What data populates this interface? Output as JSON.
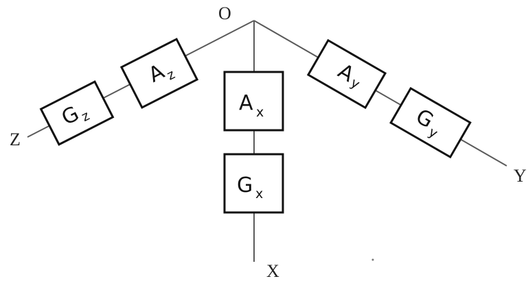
{
  "axes": {
    "origin_label": "O",
    "x_label": "X",
    "y_label": "Y",
    "z_label": "Z"
  },
  "sensors": {
    "a_z": {
      "main": "A",
      "sub": "z"
    },
    "g_z": {
      "main": "G",
      "sub": "z"
    },
    "a_x": {
      "main": "A",
      "sub": "x"
    },
    "g_x": {
      "main": "G",
      "sub": "x"
    },
    "a_y": {
      "main": "A",
      "sub": "y"
    },
    "g_y": {
      "main": "G",
      "sub": "y"
    }
  }
}
